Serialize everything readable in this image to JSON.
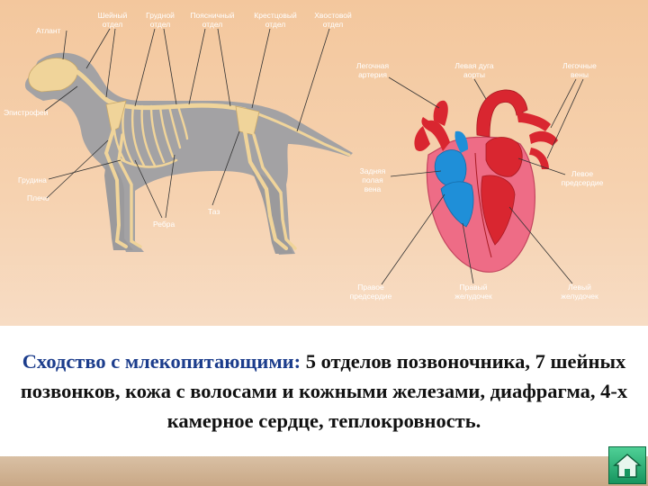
{
  "skeleton_labels": {
    "cervical": [
      "Шейный",
      "отдел"
    ],
    "thoracic": [
      "Грудной",
      "отдел"
    ],
    "lumbar": [
      "Поясничный",
      "отдел"
    ],
    "sacral": [
      "Крестцовый",
      "отдел"
    ],
    "caudal": [
      "Хвостовой",
      "отдел"
    ],
    "atlas": "Атлант",
    "epistropheus": "Эпистрофей",
    "sternum": "Грудина",
    "shoulder": "Плечо",
    "ribs": "Ребра",
    "pelvis": "Таз"
  },
  "heart_labels": {
    "pulmonary_artery": [
      "Легочная",
      "артерия"
    ],
    "aortic_arch": [
      "Левая дуга",
      "аорты"
    ],
    "pulmonary_veins": [
      "Легочные",
      "вены"
    ],
    "posterior_vena_cava": [
      "Задняя",
      "полая",
      "вена"
    ],
    "left_atrium": [
      "Левое",
      "предсердие"
    ],
    "right_atrium": [
      "Правое",
      "предсердие"
    ],
    "right_ventricle": [
      "Правый",
      "желудочек"
    ],
    "left_ventricle": [
      "Левый",
      "желудочек"
    ]
  },
  "caption": {
    "emphasis": "Сходство с млекопитающими:",
    "body": " 5 отделов позвоночника, 7 шейных позвонков, кожа с волосами и кожными железами, диафрагма, 4-х камерное сердце, теплокровность."
  },
  "colors": {
    "dog_body": "#a3a2a4",
    "bone": "#f0d49a",
    "heart_red": "#d92630",
    "heart_blue": "#1f8fd8",
    "heart_pink": "#ee6c86",
    "caption_emphasis": "#1c3d8c",
    "home_button": "#22a96b"
  },
  "icons": {
    "home_button": "home-icon"
  }
}
